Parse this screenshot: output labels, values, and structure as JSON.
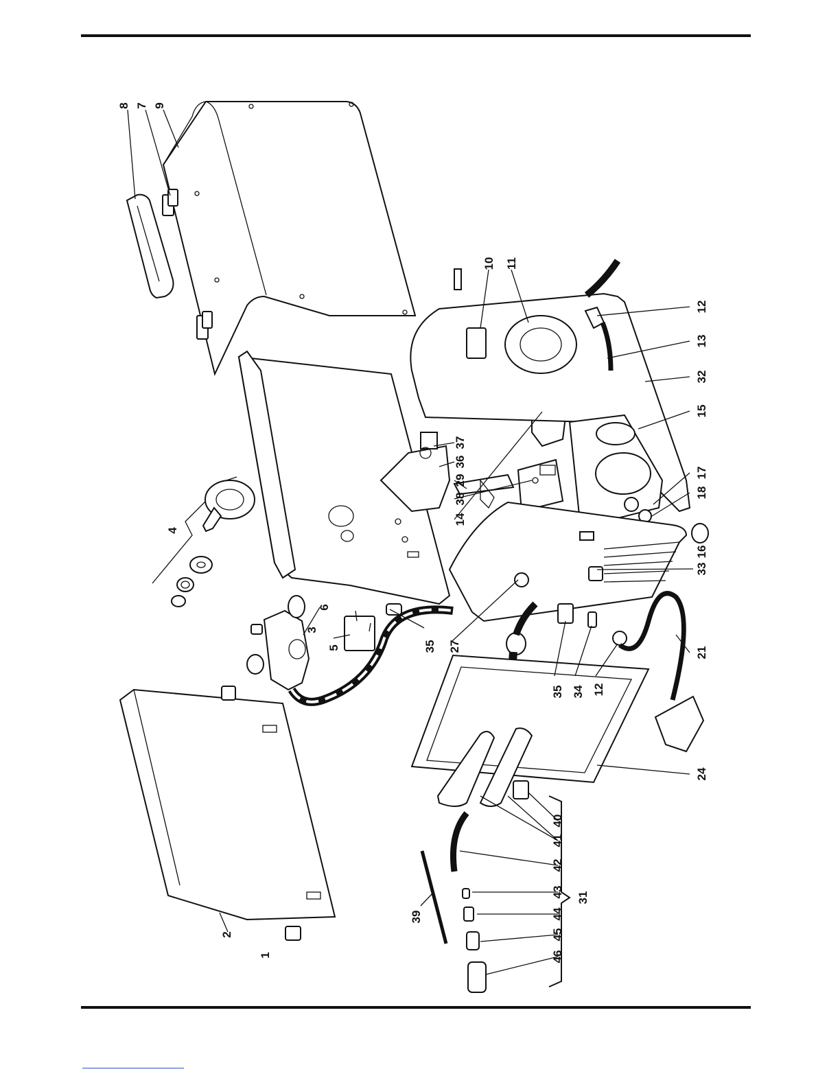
{
  "diagram": {
    "part_numbers": [
      {
        "id": "p8",
        "text": "8"
      },
      {
        "id": "p7",
        "text": "7"
      },
      {
        "id": "p9",
        "text": "9"
      },
      {
        "id": "p10",
        "text": "10"
      },
      {
        "id": "p11",
        "text": "11"
      },
      {
        "id": "p12a",
        "text": "12"
      },
      {
        "id": "p13",
        "text": "13"
      },
      {
        "id": "p32",
        "text": "32"
      },
      {
        "id": "p15",
        "text": "15"
      },
      {
        "id": "p17",
        "text": "17"
      },
      {
        "id": "p18",
        "text": "18"
      },
      {
        "id": "p16",
        "text": "16"
      },
      {
        "id": "p33",
        "text": "33"
      },
      {
        "id": "p21",
        "text": "21"
      },
      {
        "id": "p24",
        "text": "24"
      },
      {
        "id": "p37",
        "text": "37"
      },
      {
        "id": "p36",
        "text": "36"
      },
      {
        "id": "p29",
        "text": "29"
      },
      {
        "id": "p38",
        "text": "38"
      },
      {
        "id": "p14",
        "text": "14"
      },
      {
        "id": "p4",
        "text": "4"
      },
      {
        "id": "p6",
        "text": "6"
      },
      {
        "id": "p3",
        "text": "3"
      },
      {
        "id": "p5",
        "text": "5"
      },
      {
        "id": "p35a",
        "text": "35"
      },
      {
        "id": "p27",
        "text": "27"
      },
      {
        "id": "p35b",
        "text": "35"
      },
      {
        "id": "p34",
        "text": "34"
      },
      {
        "id": "p12b",
        "text": "12"
      },
      {
        "id": "p40",
        "text": "40"
      },
      {
        "id": "p41",
        "text": "41"
      },
      {
        "id": "p42",
        "text": "42"
      },
      {
        "id": "p31",
        "text": "31"
      },
      {
        "id": "p43",
        "text": "43"
      },
      {
        "id": "p44",
        "text": "44"
      },
      {
        "id": "p45",
        "text": "45"
      },
      {
        "id": "p46",
        "text": "46"
      },
      {
        "id": "p39",
        "text": "39"
      },
      {
        "id": "p2",
        "text": "2"
      },
      {
        "id": "p1",
        "text": "1"
      }
    ]
  }
}
